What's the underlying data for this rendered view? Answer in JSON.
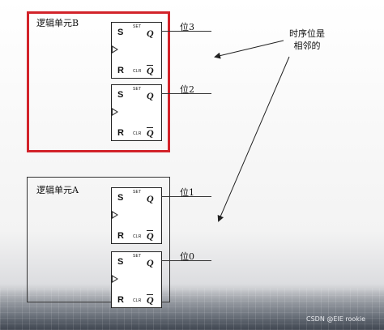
{
  "units": {
    "b": {
      "label": "逻辑单元B",
      "border_color": "#d2232a"
    },
    "a": {
      "label": "逻辑单元A",
      "border_color": "#333333"
    }
  },
  "flip_flop": {
    "set": "S",
    "set_small": "SET",
    "reset": "R",
    "clr_small": "CLR",
    "q": "Q",
    "q_bar": "Q"
  },
  "bits": [
    "位3",
    "位2",
    "位1",
    "位0"
  ],
  "note": {
    "line1": "时序位是",
    "line2": "相邻的"
  },
  "watermark": "CSDN @EIE rookie"
}
